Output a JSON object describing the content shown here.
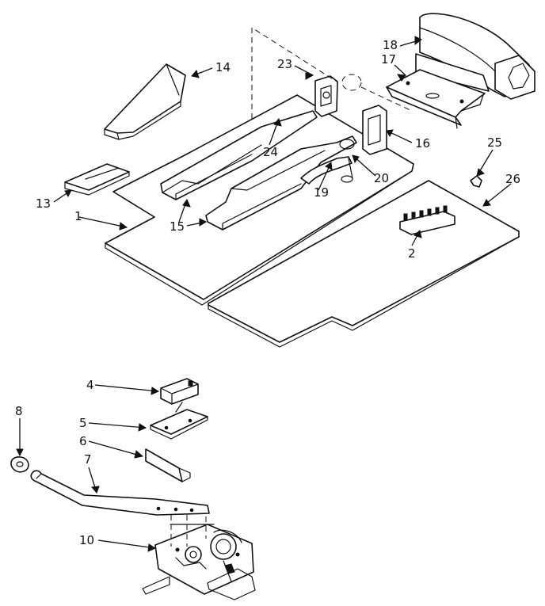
{
  "callouts": [
    {
      "id": "c1",
      "text": "1"
    },
    {
      "id": "c2",
      "text": "2"
    },
    {
      "id": "c4",
      "text": "4"
    },
    {
      "id": "c5",
      "text": "5"
    },
    {
      "id": "c6",
      "text": "6"
    },
    {
      "id": "c7",
      "text": "7"
    },
    {
      "id": "c8",
      "text": "8"
    },
    {
      "id": "c10",
      "text": "10"
    },
    {
      "id": "c13",
      "text": "13"
    },
    {
      "id": "c14",
      "text": "14"
    },
    {
      "id": "c15",
      "text": "15"
    },
    {
      "id": "c16",
      "text": "16"
    },
    {
      "id": "c17",
      "text": "17"
    },
    {
      "id": "c18",
      "text": "18"
    },
    {
      "id": "c19",
      "text": "19"
    },
    {
      "id": "c20",
      "text": "20"
    },
    {
      "id": "c23",
      "text": "23"
    },
    {
      "id": "c24",
      "text": "24"
    },
    {
      "id": "c25",
      "text": "25"
    },
    {
      "id": "c26",
      "text": "26"
    }
  ],
  "colors": {
    "ink": "#111111",
    "paper": "#ffffff"
  }
}
